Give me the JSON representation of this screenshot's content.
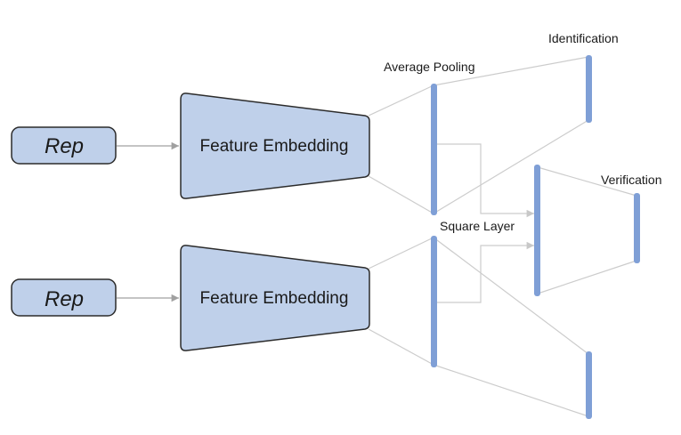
{
  "inputs": [
    {
      "label": "Rep"
    },
    {
      "label": "Rep"
    }
  ],
  "encoders": [
    {
      "label": "Feature Embedding"
    },
    {
      "label": "Feature Embedding"
    }
  ],
  "labels": {
    "average_pooling": "Average Pooling",
    "identification": "Identification",
    "square_layer": "Square Layer",
    "verification": "Verification"
  },
  "colors": {
    "box_fill": "#bfd0ea",
    "box_stroke": "#2b2b2b",
    "bar": "#7f9fd6",
    "line": "#c8c8c8",
    "arrow": "#808080"
  }
}
